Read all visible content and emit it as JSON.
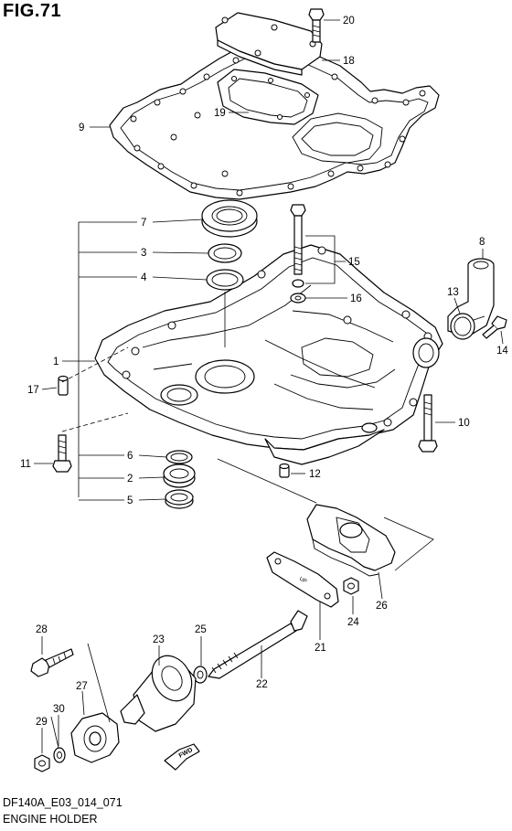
{
  "figure": {
    "title": "FIG.71"
  },
  "footer": {
    "code": "DF140A_E03_014_071",
    "name": "ENGINE HOLDER"
  },
  "fwd_mark": "FWD",
  "gasket_mark": "UP",
  "callouts": [
    {
      "n": "1"
    },
    {
      "n": "2"
    },
    {
      "n": "3"
    },
    {
      "n": "4"
    },
    {
      "n": "5"
    },
    {
      "n": "6"
    },
    {
      "n": "7"
    },
    {
      "n": "8"
    },
    {
      "n": "9"
    },
    {
      "n": "10"
    },
    {
      "n": "11"
    },
    {
      "n": "12"
    },
    {
      "n": "13"
    },
    {
      "n": "14"
    },
    {
      "n": "15"
    },
    {
      "n": "16"
    },
    {
      "n": "17"
    },
    {
      "n": "18"
    },
    {
      "n": "19"
    },
    {
      "n": "20"
    },
    {
      "n": "21"
    },
    {
      "n": "22"
    },
    {
      "n": "23"
    },
    {
      "n": "24"
    },
    {
      "n": "25"
    },
    {
      "n": "26"
    },
    {
      "n": "27"
    },
    {
      "n": "28"
    },
    {
      "n": "29"
    },
    {
      "n": "30"
    }
  ]
}
